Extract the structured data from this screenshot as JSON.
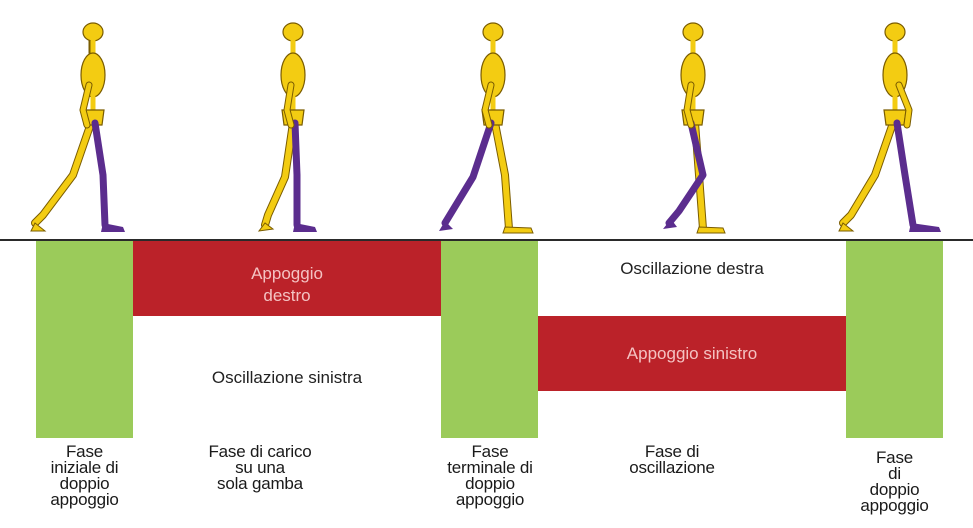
{
  "colors": {
    "double_support": "#9bcb5a",
    "stance": "#bb2229",
    "near_leg": "#5b2d8e",
    "body": "#f3cc12",
    "outline": "#7a5c00"
  },
  "bars": {
    "right_stance": "Appoggio\ndestro",
    "right_swing": "Oscillazione destra",
    "left_swing": "Oscillazione sinistra",
    "left_stance": "Appoggio sinistro"
  },
  "phases": [
    "Fase\niniziale di\ndoppio\nappoggio",
    "Fase di carico\nsu una\nsola gamba",
    "Fase\nterminale di\ndoppio\nappoggio",
    "Fase di\noscillazione",
    "Fase\ndi\ndoppio\nappoggio"
  ]
}
